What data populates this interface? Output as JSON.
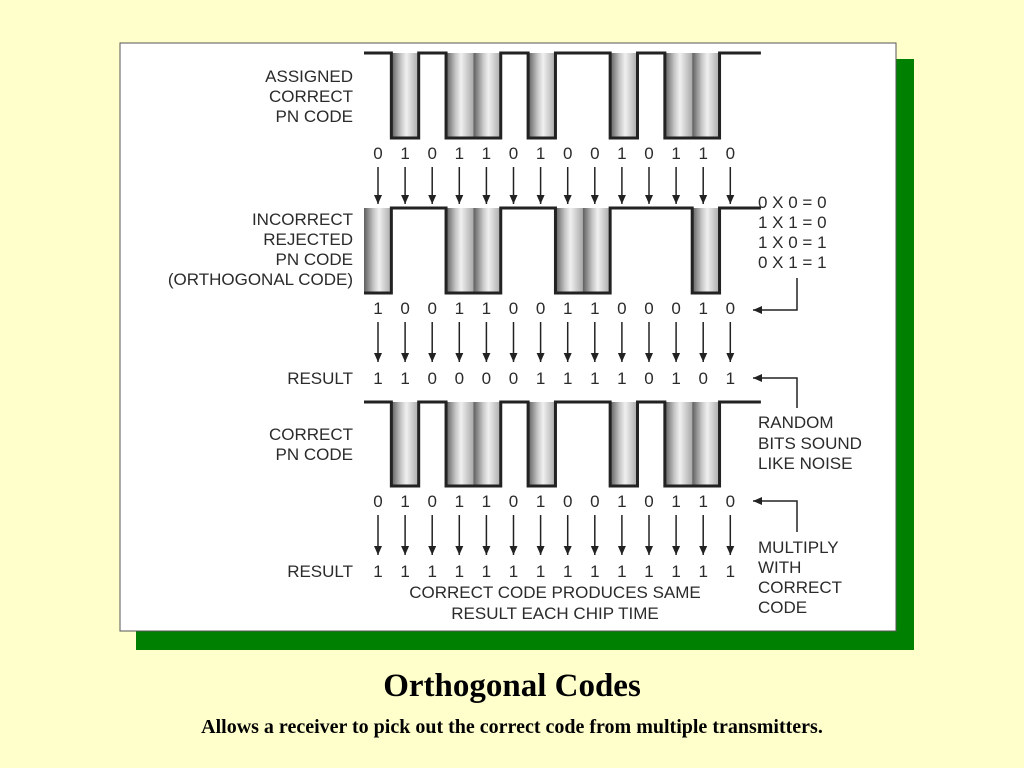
{
  "title": "Orthogonal Codes",
  "subtitle": "Allows a receiver to pick out the correct code from multiple transmitters.",
  "colors": {
    "background": "#ffffcc",
    "panel_shadow": "#008000",
    "panel": "#ffffff"
  },
  "rows": {
    "assigned": {
      "label_lines": [
        "ASSIGNED",
        "CORRECT",
        "PN CODE"
      ],
      "bits": [
        0,
        1,
        0,
        1,
        1,
        0,
        1,
        0,
        0,
        1,
        0,
        1,
        1,
        0
      ]
    },
    "incorrect": {
      "label_lines": [
        "INCORRECT",
        "REJECTED",
        "PN CODE",
        "(ORTHOGONAL CODE)"
      ],
      "bits": [
        1,
        0,
        0,
        1,
        1,
        0,
        0,
        1,
        1,
        0,
        0,
        0,
        1,
        0
      ]
    },
    "result1": {
      "label": "RESULT",
      "bits": [
        1,
        1,
        0,
        0,
        0,
        0,
        1,
        1,
        1,
        1,
        0,
        1,
        0,
        1
      ]
    },
    "correct": {
      "label_lines": [
        "CORRECT",
        "PN CODE"
      ],
      "bits": [
        0,
        1,
        0,
        1,
        1,
        0,
        1,
        0,
        0,
        1,
        0,
        1,
        1,
        0
      ]
    },
    "result2": {
      "label": "RESULT",
      "bits": [
        1,
        1,
        1,
        1,
        1,
        1,
        1,
        1,
        1,
        1,
        1,
        1,
        1,
        1
      ]
    }
  },
  "notes": {
    "rules": [
      "0 X 0 = 0",
      "1 X 1 = 0",
      "1 X 0 = 1",
      "0 X 1 = 1"
    ],
    "random": [
      "RANDOM",
      "BITS SOUND",
      "LIKE NOISE"
    ],
    "multiply": [
      "MULTIPLY",
      "WITH",
      "CORRECT",
      "CODE"
    ],
    "caption": [
      "CORRECT CODE PRODUCES SAME",
      "RESULT EACH CHIP TIME"
    ]
  }
}
